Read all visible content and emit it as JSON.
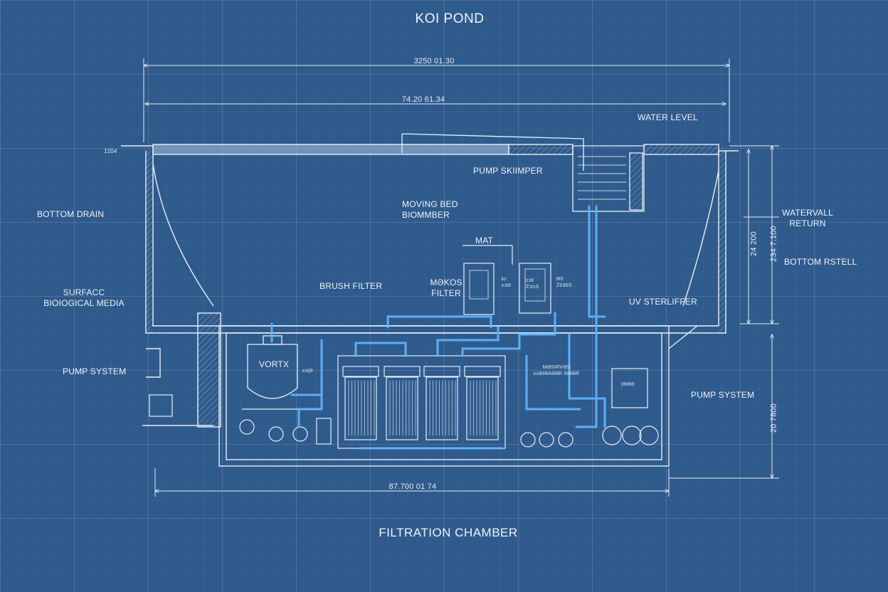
{
  "title": "KOI POND",
  "subtitle": "FILTRATION CHAMBER",
  "dimensions": {
    "top_overall": "3250 01.30",
    "top_inner": "74.20 61.34",
    "bottom": "87.700 01 74",
    "right_upper_a": "24 200",
    "right_upper_b": "234 7.100",
    "right_lower": "20 7800",
    "left_mark": "1204"
  },
  "labels": {
    "water_level": "WATER LEVEL",
    "pump_skimmer": "PUMP SKIIMPER",
    "moving_bed": "MOVING BED\nBIOMMBER",
    "waterfall_return": "WATERVALL\nRETURN",
    "bottom_drain": "BOTTOM DRAIN",
    "bottom_rstell": "BOTTOM RSTELL",
    "mat": "MAT",
    "brush_filter": "BRUSH FILTER",
    "mekos_filter": "MƏKOS\nFILTER",
    "surface_bio": "SURFACC\nBIOIOGICAL MEDIA",
    "uv_sterilizer": "UV STERLIFFER",
    "pump_system_left": "PUMP SYSTEM",
    "pump_system_right": "PUMP SYSTEM",
    "vortex": "VORTX",
    "small_a": "ɛɔlj9",
    "small_b": "ȶɔ\nɛɔld",
    "small_c": "M2\nŻ030S",
    "small_d": "ɛɔ8\nŻɔlɔS",
    "small_e": "MƏSIRVƏS\nɛɔƏIƏAƏƏK NƏƏR",
    "small_f": "ʈƏƏƏ"
  }
}
